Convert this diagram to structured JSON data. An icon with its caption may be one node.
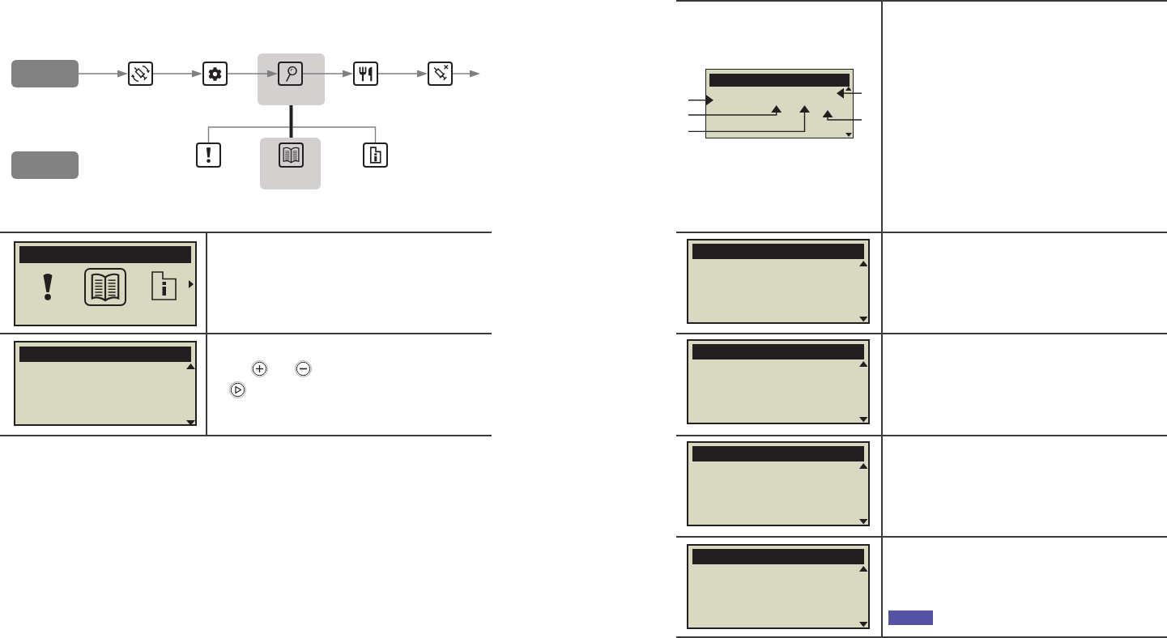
{
  "diagram": {
    "nodes": [
      {
        "text": [],
        "shape": "box"
      },
      {
        "text": [],
        "shape": "picture"
      },
      {
        "text": [],
        "shape": "picture"
      },
      {
        "text": [],
        "shape": "box"
      },
      {
        "text": [],
        "shape": "picture",
        "in": 3
      },
      {
        "text": [],
        "shape": "picture"
      },
      {
        "text": [],
        "shape": "picture"
      },
      {
        "text": [],
        "shape": "box"
      },
      {
        "text": [],
        "shape": "picture"
      },
      {
        "text": [],
        "shape": "box"
      },
      {
        "text": [],
        "shape": "picture",
        "in": 9
      },
      {
        "text": [],
        "shape": "picture"
      },
      {
        "text": [],
        "shape": "box"
      }
    ],
    "edges": [
      {
        "from": 0,
        "to": 1,
        "arrow": "to"
      },
      {
        "from": 1,
        "to": 2,
        "arrow": "to"
      },
      {
        "from": 2,
        "to": 4,
        "arrow": "to"
      },
      {
        "from": 4,
        "to": 5,
        "arrow": "to"
      },
      {
        "from": 5,
        "to": 6,
        "arrow": "to"
      },
      {
        "from": 6,
        "to": null,
        "arrow": "to"
      },
      {
        "from": 3,
        "to": 9,
        "arrow": "none",
        "style": "thick",
        "color": "#231f20"
      },
      {
        "from": 3,
        "to": 8,
        "arrow": "none"
      },
      {
        "from": 3,
        "to": 11,
        "arrow": "none"
      },
      {
        "from": null,
        "to": 12,
        "arrow": "to",
        "color": "#231f20"
      },
      {
        "from": null,
        "to": 12,
        "arrow": "to",
        "color": "#231f20"
      },
      {
        "from": null,
        "to": 12,
        "arrow": "to",
        "color": "#231f20"
      },
      {
        "from": null,
        "to": 12,
        "arrow": "to",
        "color": "#231f20"
      },
      {
        "from": null,
        "to": 12,
        "arrow": "to",
        "color": "#231f20"
      }
    ]
  }
}
